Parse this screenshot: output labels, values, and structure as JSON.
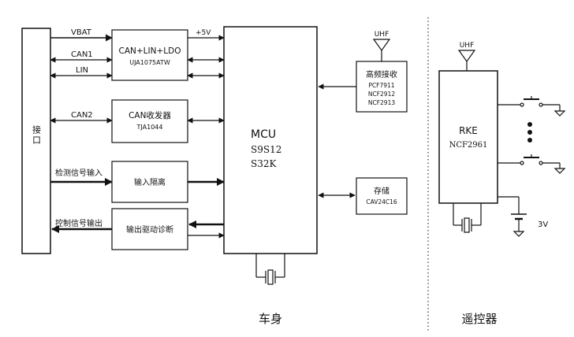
{
  "interface": {
    "label": "接口"
  },
  "signals": {
    "vbat": "VBAT",
    "can1": "CAN1",
    "lin": "LIN",
    "can2": "CAN2",
    "plus5v": "+5V",
    "signal_in": "检测信号输入",
    "signal_out": "控制信号输出"
  },
  "blocks": {
    "can_lin_ldo": {
      "title": "CAN+LIN+LDO",
      "part": "UJA1075ATW"
    },
    "can_transceiver": {
      "title": "CAN收发器",
      "part": "TJA1044"
    },
    "input_isolation": {
      "title": "输入隔离"
    },
    "output_driver": {
      "title": "输出驱动诊断"
    },
    "mcu": {
      "title": "MCU",
      "part1": "S9S12",
      "part2": "S32K"
    },
    "hf_receiver": {
      "title": "高频接收",
      "parts": [
        "PCF7911",
        "NCF2912",
        "NCF2913"
      ]
    },
    "storage": {
      "title": "存储",
      "part": "CAV24C16"
    },
    "rke": {
      "title": "RKE",
      "part": "NCF2961"
    }
  },
  "antennas": {
    "body": "UHF",
    "remote": "UHF"
  },
  "battery": {
    "voltage": "3V"
  },
  "sections": {
    "body": "车身",
    "remote": "遥控器"
  }
}
